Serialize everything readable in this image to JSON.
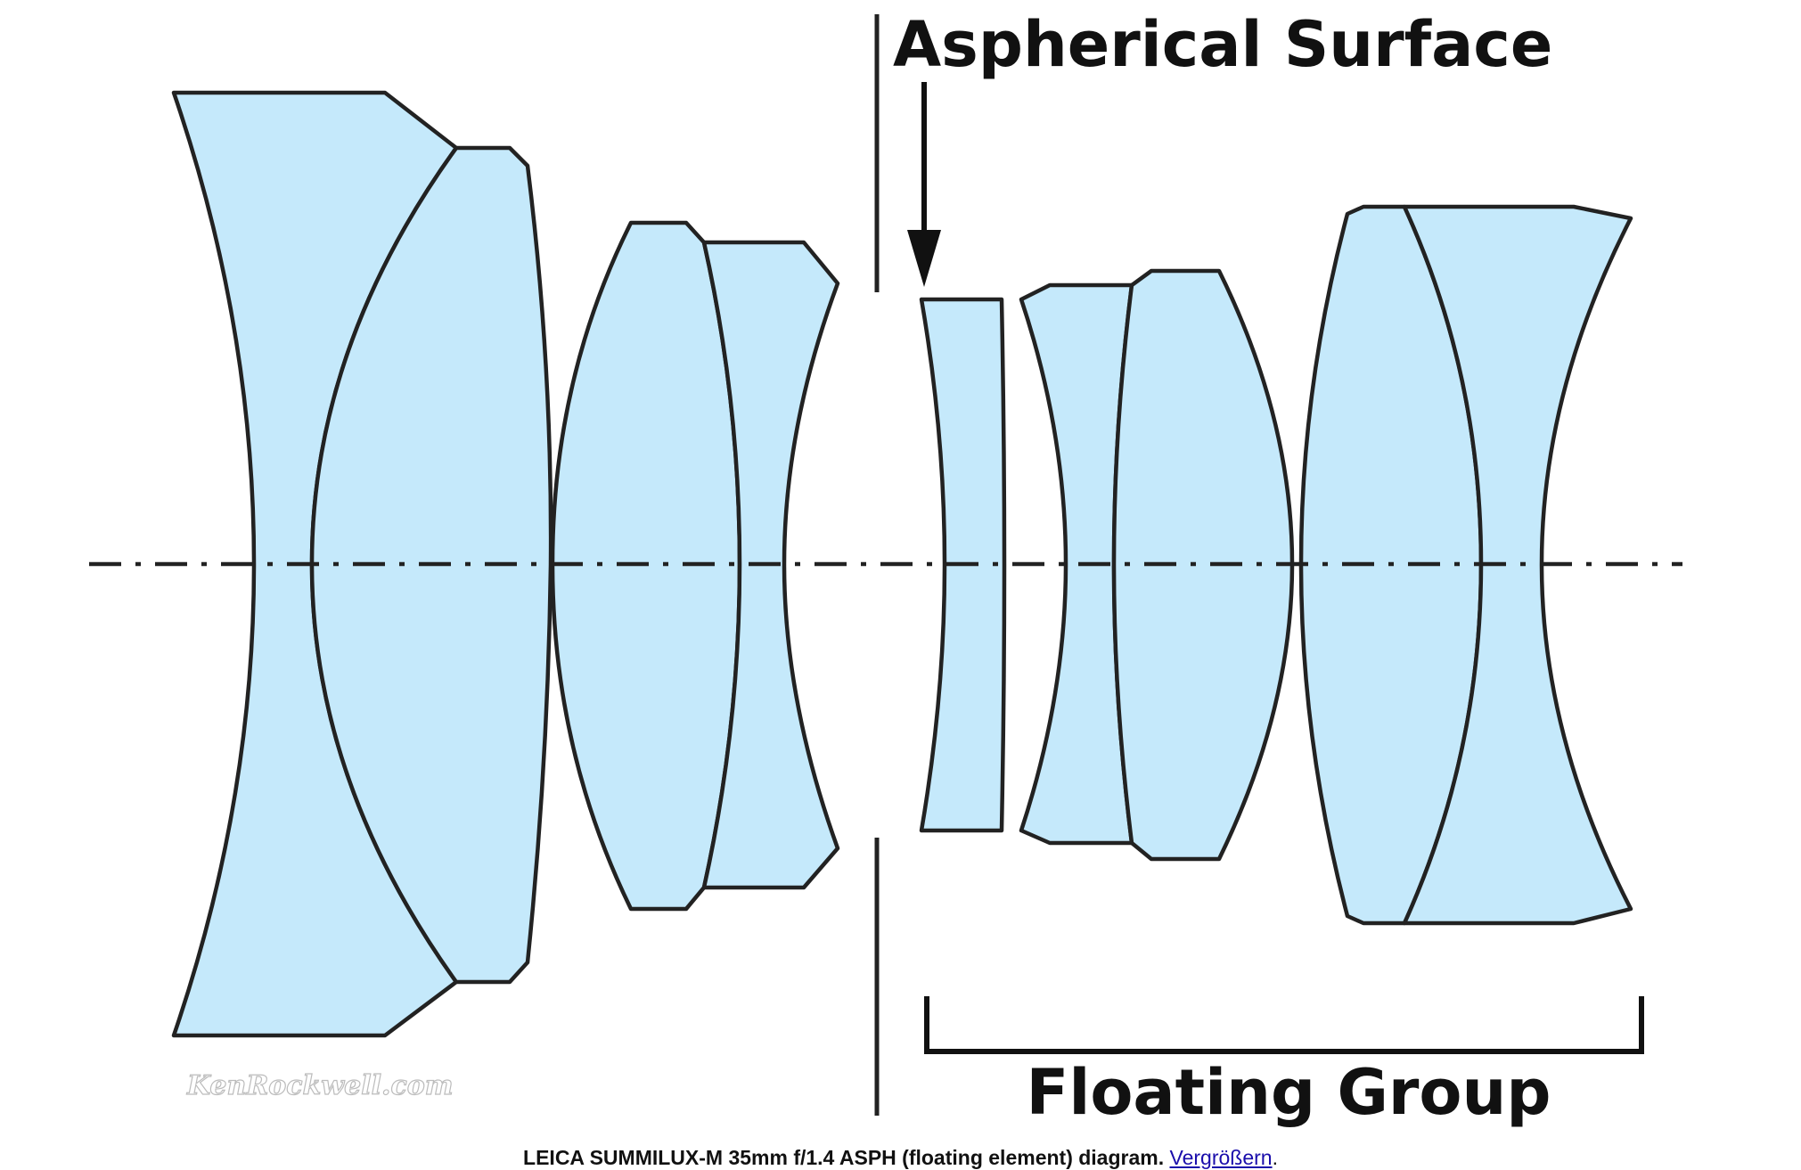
{
  "diagram": {
    "label_aspherical": "Aspherical Surface",
    "label_floating": "Floating Group",
    "watermark": "KenRockwell.com"
  },
  "caption": {
    "text": "LEICA SUMMILUX-M 35mm f/1.4 ASPH (floating element) diagram.",
    "link_text": "Vergrößern",
    "trailing": "."
  },
  "colors": {
    "glass_fill": "#c5e9fb",
    "outline": "#222222",
    "link": "#1a0dab"
  }
}
